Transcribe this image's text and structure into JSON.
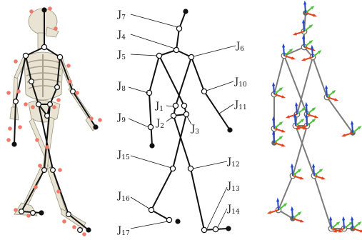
{
  "joint_labels": {
    "J1": {
      "base": "J",
      "sub": "1"
    },
    "J2": {
      "base": "J",
      "sub": "2"
    },
    "J3": {
      "base": "J",
      "sub": "3"
    },
    "J4": {
      "base": "J",
      "sub": "4"
    },
    "J5": {
      "base": "J",
      "sub": "5"
    },
    "J6": {
      "base": "J",
      "sub": "6"
    },
    "J7": {
      "base": "J",
      "sub": "7"
    },
    "J8": {
      "base": "J",
      "sub": "8"
    },
    "J9": {
      "base": "J",
      "sub": "9"
    },
    "J10": {
      "base": "J",
      "sub": "10"
    },
    "J11": {
      "base": "J",
      "sub": "11"
    },
    "J12": {
      "base": "J",
      "sub": "12"
    },
    "J13": {
      "base": "J",
      "sub": "13"
    },
    "J14": {
      "base": "J",
      "sub": "14"
    },
    "J15": {
      "base": "J",
      "sub": "15"
    },
    "J16": {
      "base": "J",
      "sub": "16"
    },
    "J17": {
      "base": "J",
      "sub": "17"
    }
  },
  "colors": {
    "marker": "#f07a6a",
    "bone": "#e8e3d2",
    "skeleton_line": "#111111",
    "frame_line": "#7b7b7b",
    "axis_red": "#e2461f",
    "axis_green": "#4cc23a",
    "axis_blue": "#2448c8"
  }
}
